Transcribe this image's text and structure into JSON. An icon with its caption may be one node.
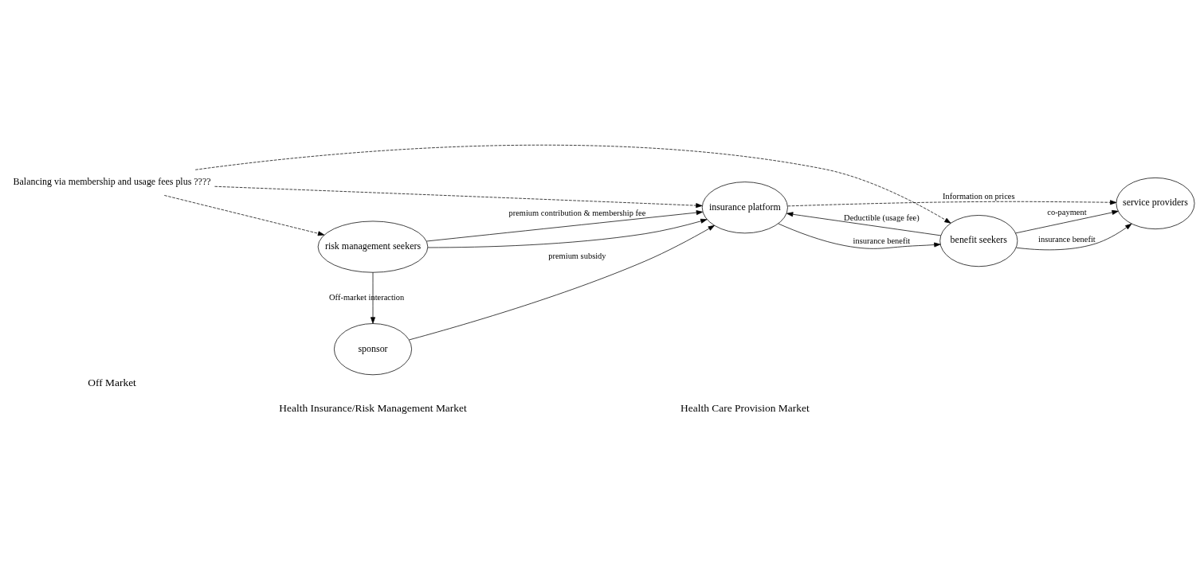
{
  "diagram": {
    "nodes": [
      {
        "text": [
          "sponsor"
        ]
      },
      {
        "text": [
          "insurance platform"
        ]
      },
      {
        "text": [
          "risk management seekers"
        ]
      },
      {
        "text": [
          "benefit seekers"
        ]
      },
      {
        "text": [
          "service providers"
        ]
      },
      {
        "text": [
          "Balancing via membership and usage fees plus ????"
        ]
      }
    ],
    "edges": [
      {
        "from": 2,
        "to": 0,
        "arrow": "to",
        "label": "Off-market interaction"
      },
      {
        "from": 0,
        "to": 1,
        "arrow": "to",
        "label": "premium subsidy"
      },
      {
        "from": 2,
        "to": 1,
        "arrow": "to",
        "label": "premium contribution & membership fee"
      },
      {
        "from": 2,
        "to": 1,
        "arrow": "to"
      },
      {
        "from": 1,
        "to": 3,
        "arrow": "to",
        "label": "insurance benefit"
      },
      {
        "from": 3,
        "to": 1,
        "arrow": "to",
        "label": "Deductible (usage fee)"
      },
      {
        "from": 1,
        "to": 4,
        "arrow": "to",
        "label": "Information on prices",
        "style": "dashed"
      },
      {
        "from": 3,
        "to": 4,
        "arrow": "to",
        "label": "insurance benefit"
      },
      {
        "from": 3,
        "to": 4,
        "arrow": "to",
        "label": "co-payment"
      },
      {
        "from": 5,
        "to": 2,
        "arrow": "to",
        "style": "dashed"
      },
      {
        "from": 5,
        "to": 1,
        "arrow": "to",
        "style": "dashed"
      },
      {
        "from": 5,
        "to": 3,
        "arrow": "to",
        "style": "dashed"
      }
    ],
    "labels": [
      "Off Market",
      "Health Insurance/Risk Management Market",
      "Health Care Provision Market"
    ]
  }
}
